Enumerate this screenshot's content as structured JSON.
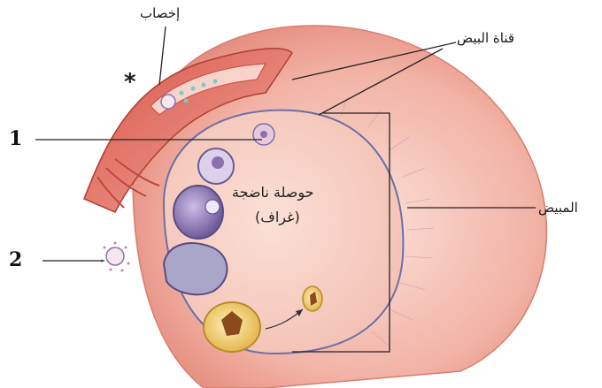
{
  "labels": {
    "fertilization": "إخصاب",
    "asterisk": "*",
    "oviduct": "قناة البيض",
    "ovary": "المبيض",
    "mature_follicle_line1": "حوصلة ناضجة",
    "mature_follicle_line2": "(غراف)",
    "marker_1": "1",
    "marker_2": "2"
  },
  "colors": {
    "ovary_outer": "#f2b3a6",
    "ovary_inner": "#f6c9bd",
    "tube": "#e8877a",
    "tube_dark": "#c9493f",
    "follicle_purple": "#8a72b0",
    "corpus_yellow": "#f2cf6a",
    "line": "#222222"
  },
  "icons": [
    "asterisk-icon"
  ]
}
